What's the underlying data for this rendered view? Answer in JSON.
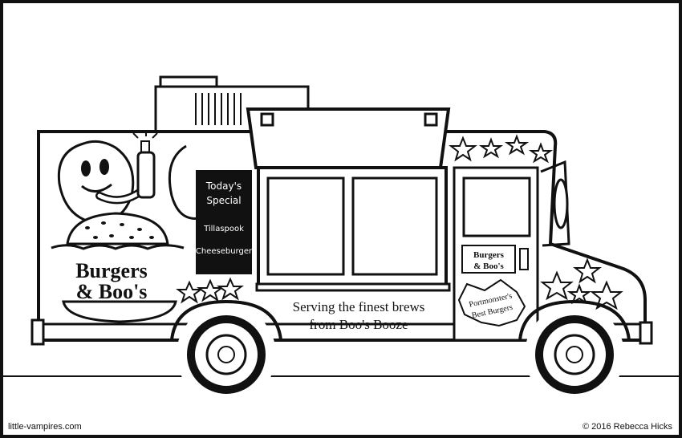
{
  "truck": {
    "brand_line1": "Burgers",
    "brand_line2": "& Boo's",
    "special_title_1": "Today's",
    "special_title_2": "Special",
    "special_item_1": "Tillaspook",
    "special_item_2": "Cheeseburger",
    "slogan_line1": "Serving the finest brews",
    "slogan_line2": "from Boo's Booze",
    "door_brand_1": "Burgers",
    "door_brand_2": "& Boo's",
    "badge_line1": "Portmonster's",
    "badge_line2": "Best Burgers"
  },
  "footer": {
    "site": "little-vampires.com",
    "copyright": "© 2016 Rebecca Hicks"
  },
  "colors": {
    "ink": "#111111",
    "paper": "#ffffff"
  },
  "icons": [
    "ghost-icon",
    "bottle-icon",
    "burger-icon",
    "star-icon",
    "wheel-icon",
    "moon-icon"
  ]
}
